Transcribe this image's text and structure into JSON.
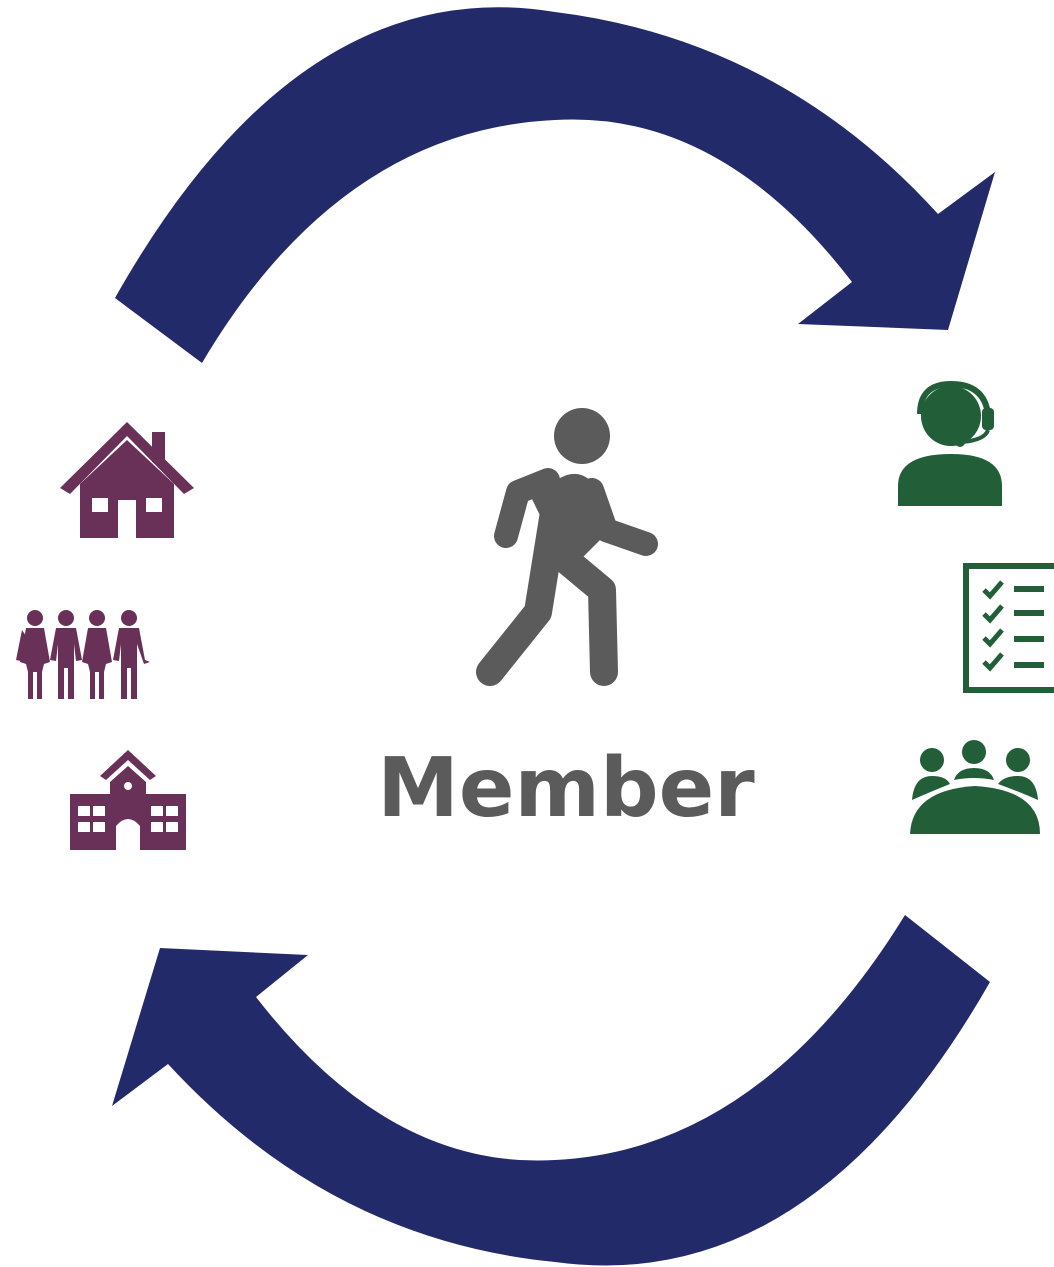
{
  "center": {
    "label": "Member",
    "icon": "walking-person-icon"
  },
  "cycle": {
    "direction": "clockwise",
    "arrows": [
      "top-arc-arrow",
      "bottom-arc-arrow"
    ]
  },
  "left_group": {
    "icons": [
      "house-icon",
      "family-icon",
      "school-icon"
    ]
  },
  "right_group": {
    "icons": [
      "headset-agent-icon",
      "checklist-icon",
      "group-meeting-icon"
    ]
  },
  "colors": {
    "arrow": "#232a69",
    "member": "#5b5b5b",
    "left_icons": "#6a3158",
    "right_icons": "#225e37",
    "background": "#ffffff"
  }
}
